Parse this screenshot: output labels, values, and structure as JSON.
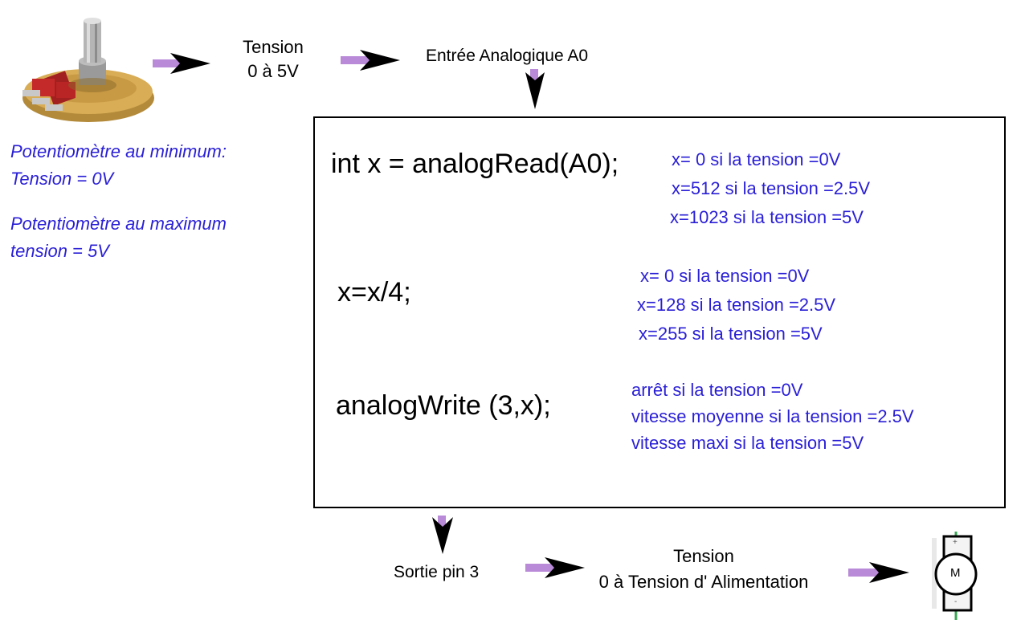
{
  "input": {
    "voltage_line1": "Tension",
    "voltage_line2": "0 à 5V",
    "analog_input": "Entrée Analogique A0"
  },
  "potentiometer": {
    "min_line1": "Potentiomètre au minimum:",
    "min_line2": "Tension = 0V",
    "max_line1": "Potentiomètre au maximum",
    "max_line2": "tension = 5V"
  },
  "code": {
    "read": {
      "statement": "int x = analogRead(A0);",
      "notes": [
        "x= 0 si la tension =0V",
        "x=512 si la tension =2.5V",
        "x=1023 si la tension =5V"
      ]
    },
    "scale": {
      "statement": "x=x/4;",
      "notes": [
        "x= 0 si la tension =0V",
        "x=128 si la tension =2.5V",
        "x=255 si la tension =5V"
      ]
    },
    "write": {
      "statement": "analogWrite (3,x);",
      "notes": [
        "arrêt si la tension =0V",
        "vitesse moyenne si la tension =2.5V",
        "vitesse maxi si la tension =5V"
      ]
    }
  },
  "output": {
    "pin": "Sortie pin 3",
    "voltage_line1": "Tension",
    "voltage_line2": "0 à Tension d' Alimentation",
    "motor_label": "M",
    "motor_plus": "+",
    "motor_minus": "-"
  },
  "colors": {
    "note_text": "#2a1fd6",
    "arrow_shaft": "#b98ad8",
    "arrow_head": "#000000"
  },
  "icons": {
    "potentiometer": "potentiometer-icon",
    "motor": "dc-motor-icon",
    "arrow": "arrow-right-icon"
  }
}
